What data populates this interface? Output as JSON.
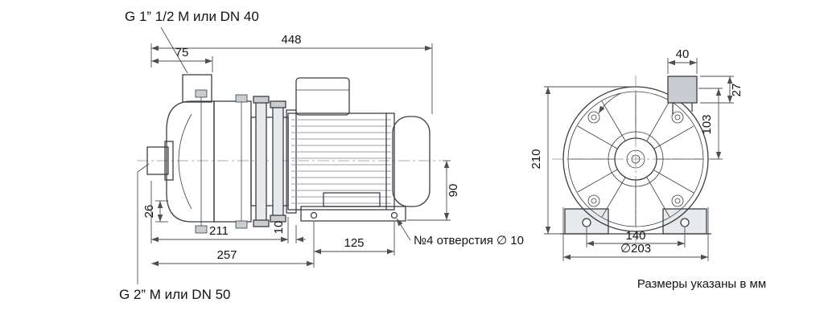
{
  "callouts": {
    "discharge_port": "G 1” 1/2  М или DN 40",
    "suction_port": "G 2”  М или DN 50",
    "mounting_holes": "№4 отверстия  ∅ 10",
    "units_note": "Размеры указаны в мм"
  },
  "side_view": {
    "total_length": "448",
    "discharge_offset": "75",
    "shaft_height": "90",
    "suction_offset": "26",
    "pump_length": "211",
    "foot_offset": "10",
    "foot_hole_spacing": "125",
    "base_length": "257"
  },
  "front_view": {
    "port_width": "40",
    "port_height": "27",
    "port_center_height": "103",
    "overall_height": "210",
    "foot_spacing": "140",
    "casing_diameter": "∅203"
  },
  "colors": {
    "line": "#3a3f44",
    "fill_light": "#eef0f1",
    "fill_mid": "#d7dadd",
    "fill_dark": "#c2c6ca"
  }
}
